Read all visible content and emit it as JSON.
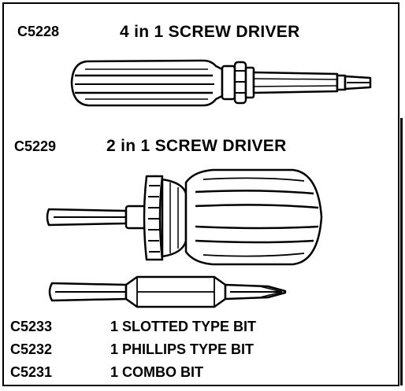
{
  "products": [
    {
      "code": "C5228",
      "name": "4 in 1 SCREW DRIVER"
    },
    {
      "code": "C5229",
      "name": "2 in 1 SCREW DRIVER"
    }
  ],
  "bits": [
    {
      "code": "C5233",
      "name": "1 SLOTTED TYPE BIT"
    },
    {
      "code": "C5232",
      "name": "1 PHILLIPS TYPE BIT"
    },
    {
      "code": "C5231",
      "name": "1 COMBO BIT"
    }
  ],
  "icons": [
    "4-in-1-screwdriver-illustration",
    "2-in-1-screwdriver-illustration",
    "double-ended-bit-illustration"
  ]
}
